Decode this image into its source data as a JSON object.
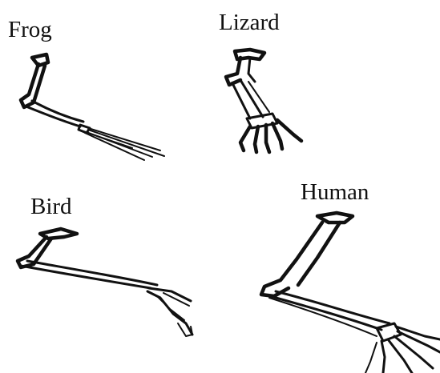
{
  "diagram": {
    "labels": {
      "frog": "Frog",
      "lizard": "Lizard",
      "bird": "Bird",
      "human": "Human"
    }
  },
  "colors": {
    "ink": "#111111",
    "background": "#ffffff"
  }
}
